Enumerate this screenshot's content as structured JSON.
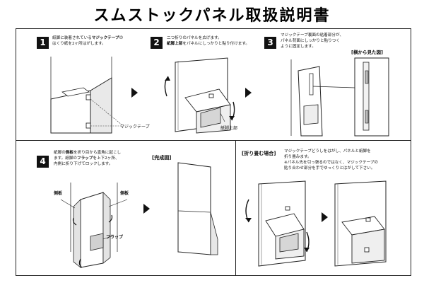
{
  "title": "スムストックパネル取扱説明書",
  "steps": [
    {
      "num": "1",
      "line1a": "紙脚に装着されている",
      "line1b": "マジックテープ",
      "line1c": "の",
      "line2": "はくり紙を2ヶ所はがします。",
      "label": "マジックテープ"
    },
    {
      "num": "2",
      "line1": "二つ折りのパネルを広げます。",
      "line2a": "紙脚上部",
      "line2b": "をパネルにしっかりと貼り付けます。",
      "label": "紙脚上部"
    },
    {
      "num": "3",
      "line1": "マジックテープ裏面の粘着部分が、",
      "line2": "パネル背面にしっかりと貼りつく",
      "line3": "ように固定します。",
      "side_view": "[横から見た図]"
    },
    {
      "num": "4",
      "line1a": "紙脚の",
      "line1b": "側板",
      "line1c": "を折り目から直角に起こし",
      "line2a": "ます。紙脚の",
      "line2b": "フラップ",
      "line2c": "を上下2ヶ所、",
      "line3": "内側に折り下げてロックします。",
      "label_left": "側板",
      "label_right": "側板",
      "label_flap": "フラップ"
    }
  ],
  "completed": {
    "heading": "[完成図]"
  },
  "folding": {
    "heading": "[折り畳む場合]",
    "line1": "マジックテープどうしをはがし、パネルと紙脚を",
    "line2": "折り畳みます。",
    "line3": "※パネル先を引っ張るのではなく、マジックテープの",
    "line4": "貼り合わせ部分を手でゆっくりとはがして下さい。"
  }
}
